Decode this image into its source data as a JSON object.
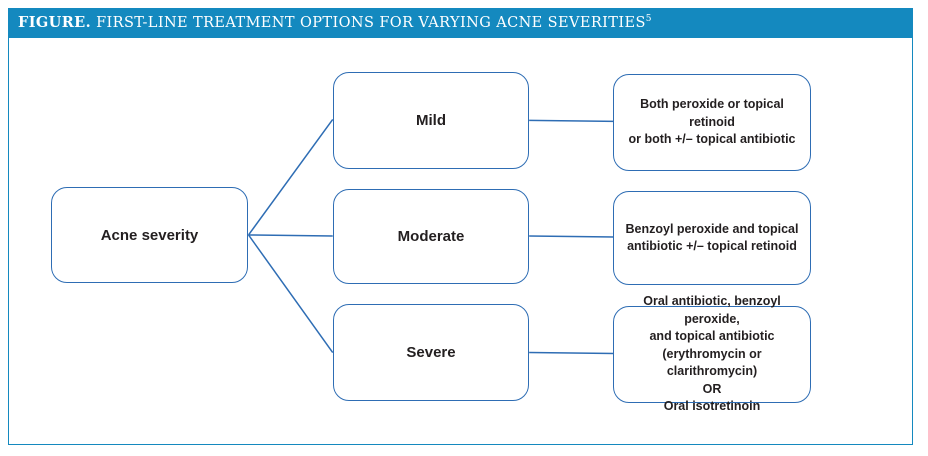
{
  "header": {
    "figure_label": "FIGURE.",
    "title": "FIRST-LINE TREATMENT OPTIONS FOR VARYING ACNE SEVERITIES",
    "superscript": "5"
  },
  "colors": {
    "titlebar_bg": "#1489bf",
    "frame_border": "#1489bf",
    "box_border": "#2e6db4",
    "connector_line": "#2e6db4",
    "text": "#231f20",
    "titlebar_text": "#ffffff"
  },
  "chart_data": {
    "type": "flowchart",
    "root": {
      "label": "Acne severity"
    },
    "branches": [
      {
        "severity": "Mild",
        "treatment": "Both peroxide or topical retinoid\nor both +/– topical antibiotic"
      },
      {
        "severity": "Moderate",
        "treatment": "Benzoyl peroxide and topical\nantibiotic +/– topical retinoid"
      },
      {
        "severity": "Severe",
        "treatment": "Oral antibiotic, benzoyl peroxide,\nand topical antibiotic\n(erythromycin or clarithromycin)\nOR\nOral isotretinoin"
      }
    ]
  }
}
